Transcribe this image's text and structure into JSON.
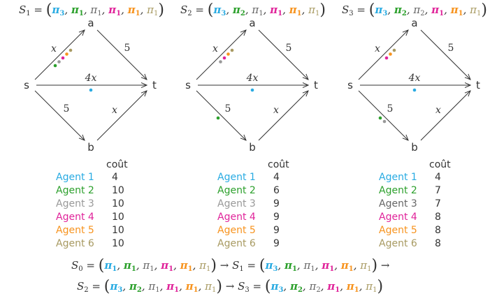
{
  "colors": {
    "agent1": "#29abe2",
    "agent2": "#2ca02c",
    "agent3": "#999999",
    "agent4": "#e0249a",
    "agent5": "#f7931e",
    "agent6": "#a89a62",
    "neutral": "#666666"
  },
  "graph": {
    "nodes": {
      "s": "s",
      "a": "a",
      "t": "t",
      "b": "b"
    },
    "edges": {
      "sa": "x",
      "at": "5",
      "st": "4x",
      "sb": "5",
      "bt": "x"
    }
  },
  "panels": [
    {
      "state_name": "S",
      "state_index": "1",
      "strategy": [
        {
          "pi": "π",
          "idx": "3",
          "color": "agent1",
          "bold": true
        },
        {
          "pi": "π",
          "idx": "1",
          "color": "agent2",
          "bold": true
        },
        {
          "pi": "π",
          "idx": "1",
          "color": "neutral",
          "bold": false
        },
        {
          "pi": "π",
          "idx": "1",
          "color": "agent4",
          "bold": true
        },
        {
          "pi": "π",
          "idx": "1",
          "color": "agent5",
          "bold": true
        },
        {
          "pi": "π",
          "idx": "1",
          "color": "agent6",
          "bold": false
        }
      ],
      "dots": {
        "sa": [
          "agent2",
          "agent3",
          "agent4",
          "agent5",
          "agent6"
        ],
        "st": [
          "agent1"
        ],
        "sb": []
      },
      "cost_header": "coût",
      "rows": [
        {
          "agent": "Agent 1",
          "color": "agent1",
          "cost": "4"
        },
        {
          "agent": "Agent 2",
          "color": "agent2",
          "cost": "10"
        },
        {
          "agent": "Agent 3",
          "color": "agent3",
          "cost": "10"
        },
        {
          "agent": "Agent 4",
          "color": "agent4",
          "cost": "10"
        },
        {
          "agent": "Agent 5",
          "color": "agent5",
          "cost": "10"
        },
        {
          "agent": "Agent 6",
          "color": "agent6",
          "cost": "10"
        }
      ]
    },
    {
      "state_name": "S",
      "state_index": "2",
      "strategy": [
        {
          "pi": "π",
          "idx": "3",
          "color": "agent1",
          "bold": true
        },
        {
          "pi": "π",
          "idx": "2",
          "color": "agent2",
          "bold": true
        },
        {
          "pi": "π",
          "idx": "1",
          "color": "neutral",
          "bold": false
        },
        {
          "pi": "π",
          "idx": "1",
          "color": "agent4",
          "bold": true
        },
        {
          "pi": "π",
          "idx": "1",
          "color": "agent5",
          "bold": true
        },
        {
          "pi": "π",
          "idx": "1",
          "color": "agent6",
          "bold": false
        }
      ],
      "dots": {
        "sa": [
          "agent3",
          "agent4",
          "agent5",
          "agent6"
        ],
        "st": [
          "agent1"
        ],
        "sb": [
          "agent2"
        ]
      },
      "cost_header": "coût",
      "rows": [
        {
          "agent": "Agent 1",
          "color": "agent1",
          "cost": "4"
        },
        {
          "agent": "Agent 2",
          "color": "agent2",
          "cost": "6"
        },
        {
          "agent": "Agent 3",
          "color": "agent3",
          "cost": "9"
        },
        {
          "agent": "Agent 4",
          "color": "agent4",
          "cost": "9"
        },
        {
          "agent": "Agent 5",
          "color": "agent5",
          "cost": "9"
        },
        {
          "agent": "Agent 6",
          "color": "agent6",
          "cost": "9"
        }
      ]
    },
    {
      "state_name": "S",
      "state_index": "3",
      "strategy": [
        {
          "pi": "π",
          "idx": "3",
          "color": "agent1",
          "bold": true
        },
        {
          "pi": "π",
          "idx": "2",
          "color": "agent2",
          "bold": true
        },
        {
          "pi": "π",
          "idx": "2",
          "color": "neutral",
          "bold": false
        },
        {
          "pi": "π",
          "idx": "1",
          "color": "agent4",
          "bold": true
        },
        {
          "pi": "π",
          "idx": "1",
          "color": "agent5",
          "bold": true
        },
        {
          "pi": "π",
          "idx": "1",
          "color": "agent6",
          "bold": false
        }
      ],
      "dots": {
        "sa": [
          "agent4",
          "agent5",
          "agent6"
        ],
        "st": [
          "agent1"
        ],
        "sb": [
          "agent2",
          "agent3"
        ]
      },
      "cost_header": "coût",
      "rows": [
        {
          "agent": "Agent 1",
          "color": "agent1",
          "cost": "4"
        },
        {
          "agent": "Agent 2",
          "color": "agent2",
          "cost": "7"
        },
        {
          "agent": "Agent 3",
          "color": "neutral",
          "cost": "7"
        },
        {
          "agent": "Agent 4",
          "color": "agent4",
          "cost": "8"
        },
        {
          "agent": "Agent 5",
          "color": "agent5",
          "cost": "8"
        },
        {
          "agent": "Agent 6",
          "color": "agent6",
          "cost": "8"
        }
      ]
    }
  ],
  "sequence": {
    "line1": [
      {
        "name": "S",
        "idx": "0",
        "strategy": [
          {
            "pi": "π",
            "idx": "1",
            "color": "agent1",
            "bold": true
          },
          {
            "pi": "π",
            "idx": "1",
            "color": "agent2",
            "bold": true
          },
          {
            "pi": "π",
            "idx": "1",
            "color": "neutral",
            "bold": false
          },
          {
            "pi": "π",
            "idx": "1",
            "color": "agent4",
            "bold": true
          },
          {
            "pi": "π",
            "idx": "1",
            "color": "agent5",
            "bold": true
          },
          {
            "pi": "π",
            "idx": "1",
            "color": "agent6",
            "bold": false
          }
        ]
      },
      {
        "name": "S",
        "idx": "1",
        "strategy": [
          {
            "pi": "π",
            "idx": "3",
            "color": "agent1",
            "bold": true
          },
          {
            "pi": "π",
            "idx": "1",
            "color": "agent2",
            "bold": true
          },
          {
            "pi": "π",
            "idx": "1",
            "color": "neutral",
            "bold": false
          },
          {
            "pi": "π",
            "idx": "1",
            "color": "agent4",
            "bold": true
          },
          {
            "pi": "π",
            "idx": "1",
            "color": "agent5",
            "bold": true
          },
          {
            "pi": "π",
            "idx": "1",
            "color": "agent6",
            "bold": false
          }
        ]
      }
    ],
    "line2": [
      {
        "name": "S",
        "idx": "2",
        "strategy": [
          {
            "pi": "π",
            "idx": "3",
            "color": "agent1",
            "bold": true
          },
          {
            "pi": "π",
            "idx": "2",
            "color": "agent2",
            "bold": true
          },
          {
            "pi": "π",
            "idx": "1",
            "color": "neutral",
            "bold": false
          },
          {
            "pi": "π",
            "idx": "1",
            "color": "agent4",
            "bold": true
          },
          {
            "pi": "π",
            "idx": "1",
            "color": "agent5",
            "bold": true
          },
          {
            "pi": "π",
            "idx": "1",
            "color": "agent6",
            "bold": false
          }
        ]
      },
      {
        "name": "S",
        "idx": "3",
        "strategy": [
          {
            "pi": "π",
            "idx": "3",
            "color": "agent1",
            "bold": true
          },
          {
            "pi": "π",
            "idx": "2",
            "color": "agent2",
            "bold": true
          },
          {
            "pi": "π",
            "idx": "2",
            "color": "neutral",
            "bold": false
          },
          {
            "pi": "π",
            "idx": "1",
            "color": "agent4",
            "bold": true
          },
          {
            "pi": "π",
            "idx": "1",
            "color": "agent5",
            "bold": true
          },
          {
            "pi": "π",
            "idx": "1",
            "color": "agent6",
            "bold": false
          }
        ]
      }
    ],
    "arrow": "→",
    "equals": "=",
    "open": "(",
    "close": ")"
  }
}
